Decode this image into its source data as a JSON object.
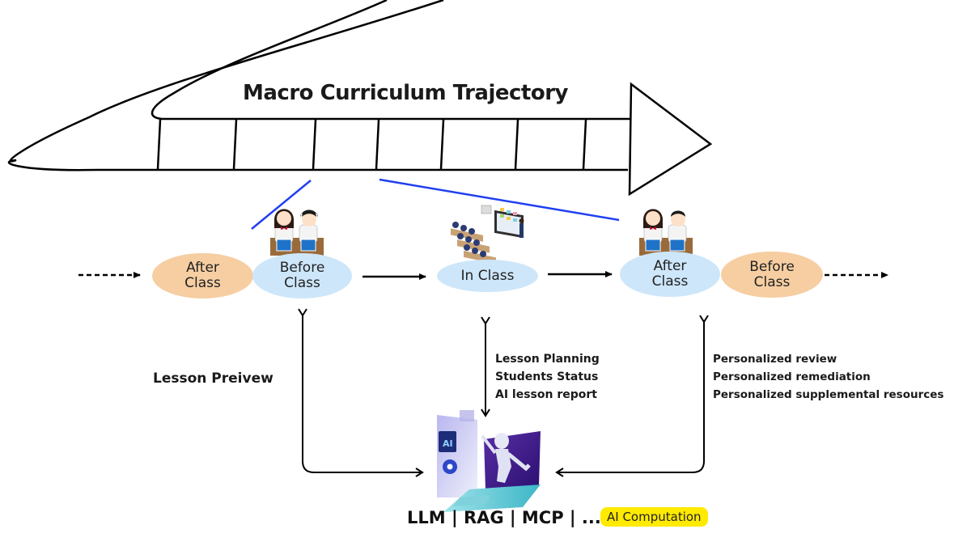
{
  "diagram": {
    "title": "Macro Curriculum Trajectory",
    "cycle_nodes": [
      {
        "id": "after-class-left",
        "label_line1": "After",
        "label_line2": "Class",
        "color": "#f6cea2"
      },
      {
        "id": "before-class-left",
        "label_line1": "Before",
        "label_line2": "Class",
        "color": "#cde6fa"
      },
      {
        "id": "in-class",
        "label": "In Class",
        "color": "#cde6fa"
      },
      {
        "id": "after-class-right",
        "label_line1": "After",
        "label_line2": "Class",
        "color": "#cde6fa"
      },
      {
        "id": "before-class-right",
        "label_line1": "Before",
        "label_line2": "Class",
        "color": "#f6cea2"
      }
    ],
    "lesson_preview": "Lesson Preivew",
    "in_class_items": [
      "Lesson Planning",
      "Students Status",
      "AI lesson report"
    ],
    "after_class_items": [
      "Personalized review",
      "Personalized remediation",
      "Personalized supplemental resources"
    ],
    "tech_stack": "LLM | RAG | MCP | ....",
    "ai_badge": "AI Computation",
    "colors": {
      "highlight_line": "#1f3ff0",
      "badge": "#ffea00",
      "orange_node": "#f6cea2",
      "blue_node": "#cde6fa"
    },
    "illustrations": [
      "students-with-tablets",
      "classroom-with-teacher",
      "students-with-tablets",
      "ai-robot-laptop"
    ]
  }
}
